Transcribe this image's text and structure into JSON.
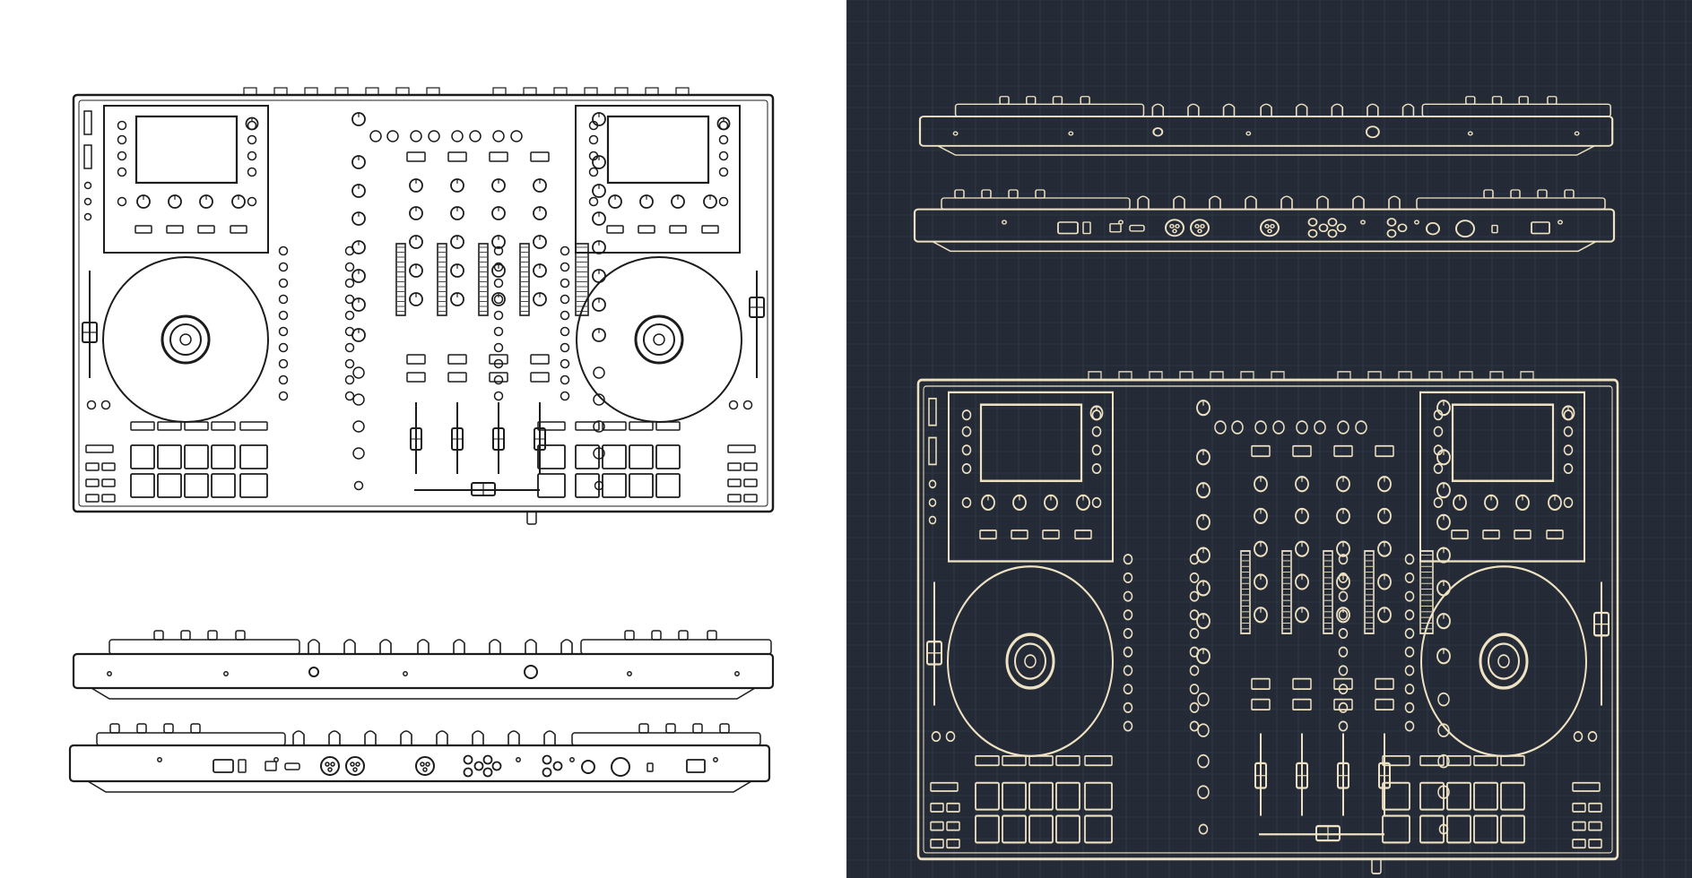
{
  "palette": {
    "light_background": "#ffffff",
    "light_line": "#1c1c1c",
    "dark_background": "#242b37",
    "dark_grid": "#313a48",
    "dark_line": "#efe2c2"
  },
  "subject": {
    "views": [
      "top-view",
      "front-view",
      "rear-view"
    ],
    "panels": [
      "light-panel",
      "dark-panel"
    ]
  }
}
